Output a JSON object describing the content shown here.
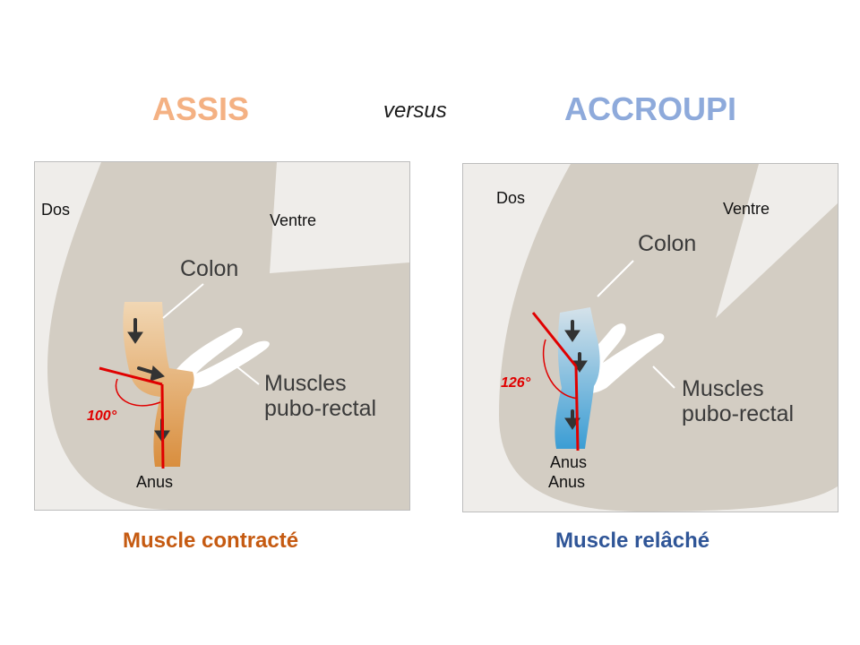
{
  "header": {
    "left_title": "ASSIS",
    "middle_word": "versus",
    "right_title": "ACCROUPI"
  },
  "left_panel": {
    "label_back": "Dos",
    "label_front": "Ventre",
    "label_colon": "Colon",
    "label_muscle_line1": "Muscles",
    "label_muscle_line2": "pubo-rectal",
    "label_anus": "Anus",
    "angle": "100°",
    "caption": "Muscle contracté",
    "rectum_color": "#e1a35f"
  },
  "right_panel": {
    "label_back": "Dos",
    "label_front": "Ventre",
    "label_colon": "Colon",
    "label_muscle_line1": "Muscles",
    "label_muscle_line2": "pubo-rectal",
    "label_anus_1": "Anus",
    "label_anus_2": "Anus",
    "angle": "126°",
    "caption": "Muscle relâché",
    "rectum_color": "#4aa8d8"
  },
  "colors": {
    "left_title": "#f4b183",
    "right_title": "#8eaadb",
    "left_caption": "#c55a11",
    "right_caption": "#2f5597",
    "body_tissue": "#d3cdc3",
    "angle_lines": "#e00000"
  }
}
